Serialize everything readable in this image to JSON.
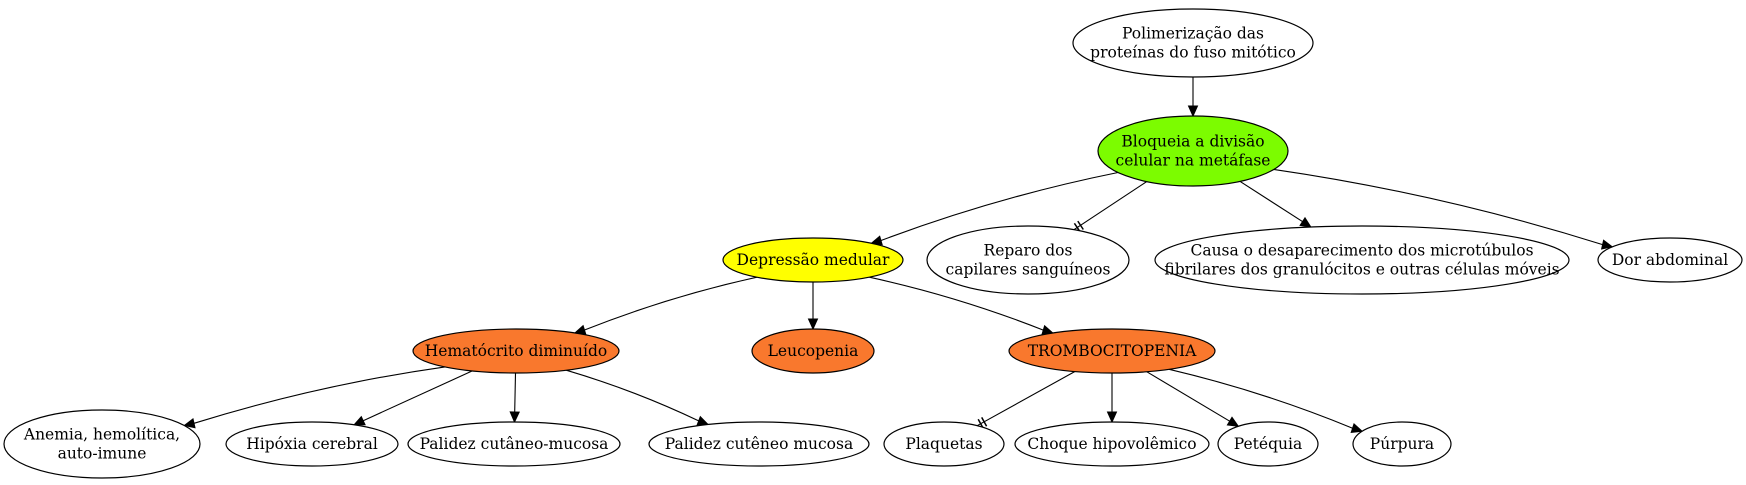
{
  "colors": {
    "green": "#7cfc00",
    "yellow": "#ffff00",
    "orange": "#f9782d",
    "white": "#ffffff",
    "line": "#000000"
  },
  "nodes": [
    {
      "id": "polimerizacao",
      "lines": [
        "Polimerização das",
        "proteínas do fuso mitótico"
      ],
      "fill": "white"
    },
    {
      "id": "bloqueia",
      "lines": [
        "Bloqueia a divisão",
        "celular na metáfase"
      ],
      "fill": "green"
    },
    {
      "id": "depressao",
      "lines": [
        "Depressão medular"
      ],
      "fill": "yellow"
    },
    {
      "id": "reparo",
      "lines": [
        "Reparo dos",
        "capilares sanguíneos"
      ],
      "fill": "white"
    },
    {
      "id": "causa",
      "lines": [
        "Causa o desaparecimento dos microtúbulos",
        "fibrilares dos granulócitos e outras células móveis"
      ],
      "fill": "white"
    },
    {
      "id": "dor",
      "lines": [
        "Dor abdominal"
      ],
      "fill": "white"
    },
    {
      "id": "hematocrito",
      "lines": [
        "Hematócrito diminuído"
      ],
      "fill": "orange"
    },
    {
      "id": "leucopenia",
      "lines": [
        "Leucopenia"
      ],
      "fill": "orange"
    },
    {
      "id": "trombocitopenia",
      "lines": [
        "TROMBOCITOPENIA"
      ],
      "fill": "orange"
    },
    {
      "id": "anemia",
      "lines": [
        "Anemia, hemolítica,",
        "auto-imune"
      ],
      "fill": "white"
    },
    {
      "id": "hipoxia",
      "lines": [
        "Hipóxia cerebral"
      ],
      "fill": "white"
    },
    {
      "id": "palidez1",
      "lines": [
        "Palidez cutâneo-mucosa"
      ],
      "fill": "white"
    },
    {
      "id": "palidez2",
      "lines": [
        "Palidez cutêneo mucosa"
      ],
      "fill": "white"
    },
    {
      "id": "plaquetas",
      "lines": [
        "Plaquetas"
      ],
      "fill": "white"
    },
    {
      "id": "choque",
      "lines": [
        "Choque hipovolêmico"
      ],
      "fill": "white"
    },
    {
      "id": "petequia",
      "lines": [
        "Petéquia"
      ],
      "fill": "white"
    },
    {
      "id": "purpura",
      "lines": [
        "Púrpura"
      ],
      "fill": "white"
    }
  ],
  "edges": [
    {
      "from": "polimerizacao",
      "to": "bloqueia",
      "arrowhead": "normal"
    },
    {
      "from": "bloqueia",
      "to": "depressao",
      "arrowhead": "normal"
    },
    {
      "from": "bloqueia",
      "to": "reparo",
      "arrowhead": "tee"
    },
    {
      "from": "bloqueia",
      "to": "causa",
      "arrowhead": "normal"
    },
    {
      "from": "bloqueia",
      "to": "dor",
      "arrowhead": "normal"
    },
    {
      "from": "depressao",
      "to": "hematocrito",
      "arrowhead": "normal"
    },
    {
      "from": "depressao",
      "to": "leucopenia",
      "arrowhead": "normal"
    },
    {
      "from": "depressao",
      "to": "trombocitopenia",
      "arrowhead": "normal"
    },
    {
      "from": "hematocrito",
      "to": "anemia",
      "arrowhead": "normal"
    },
    {
      "from": "hematocrito",
      "to": "hipoxia",
      "arrowhead": "normal"
    },
    {
      "from": "hematocrito",
      "to": "palidez1",
      "arrowhead": "normal"
    },
    {
      "from": "hematocrito",
      "to": "palidez2",
      "arrowhead": "normal"
    },
    {
      "from": "trombocitopenia",
      "to": "plaquetas",
      "arrowhead": "tee"
    },
    {
      "from": "trombocitopenia",
      "to": "choque",
      "arrowhead": "normal"
    },
    {
      "from": "trombocitopenia",
      "to": "petequia",
      "arrowhead": "normal"
    },
    {
      "from": "trombocitopenia",
      "to": "purpura",
      "arrowhead": "normal"
    }
  ]
}
